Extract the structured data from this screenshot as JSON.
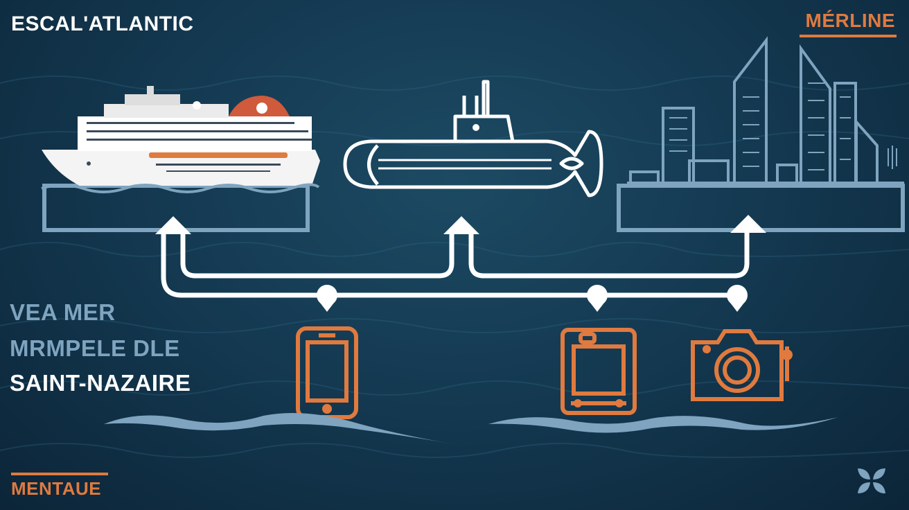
{
  "header": {
    "brand": "ESCAL'ATLANTIC",
    "partner": "MÉRLINE"
  },
  "side_text": {
    "line1": "VEA MER",
    "line2": "MRMPELE DLE",
    "line3": "SAINT-NAZAIRE"
  },
  "footer": {
    "label": "MENTAUE"
  },
  "diagram": {
    "nodes_top": [
      "cruise-ship",
      "submarine",
      "city-skyline"
    ],
    "nodes_bottom": [
      "smartphone-icon",
      "tablet-icon",
      "camera-icon"
    ],
    "corner_icon": "four-petal-logo-icon"
  },
  "colors": {
    "accent": "#e07a3f",
    "muted_blue": "#7fa4bf",
    "line": "#ffffff",
    "sea_dark": "#0c2538",
    "sea_mid": "#1d4a63"
  }
}
